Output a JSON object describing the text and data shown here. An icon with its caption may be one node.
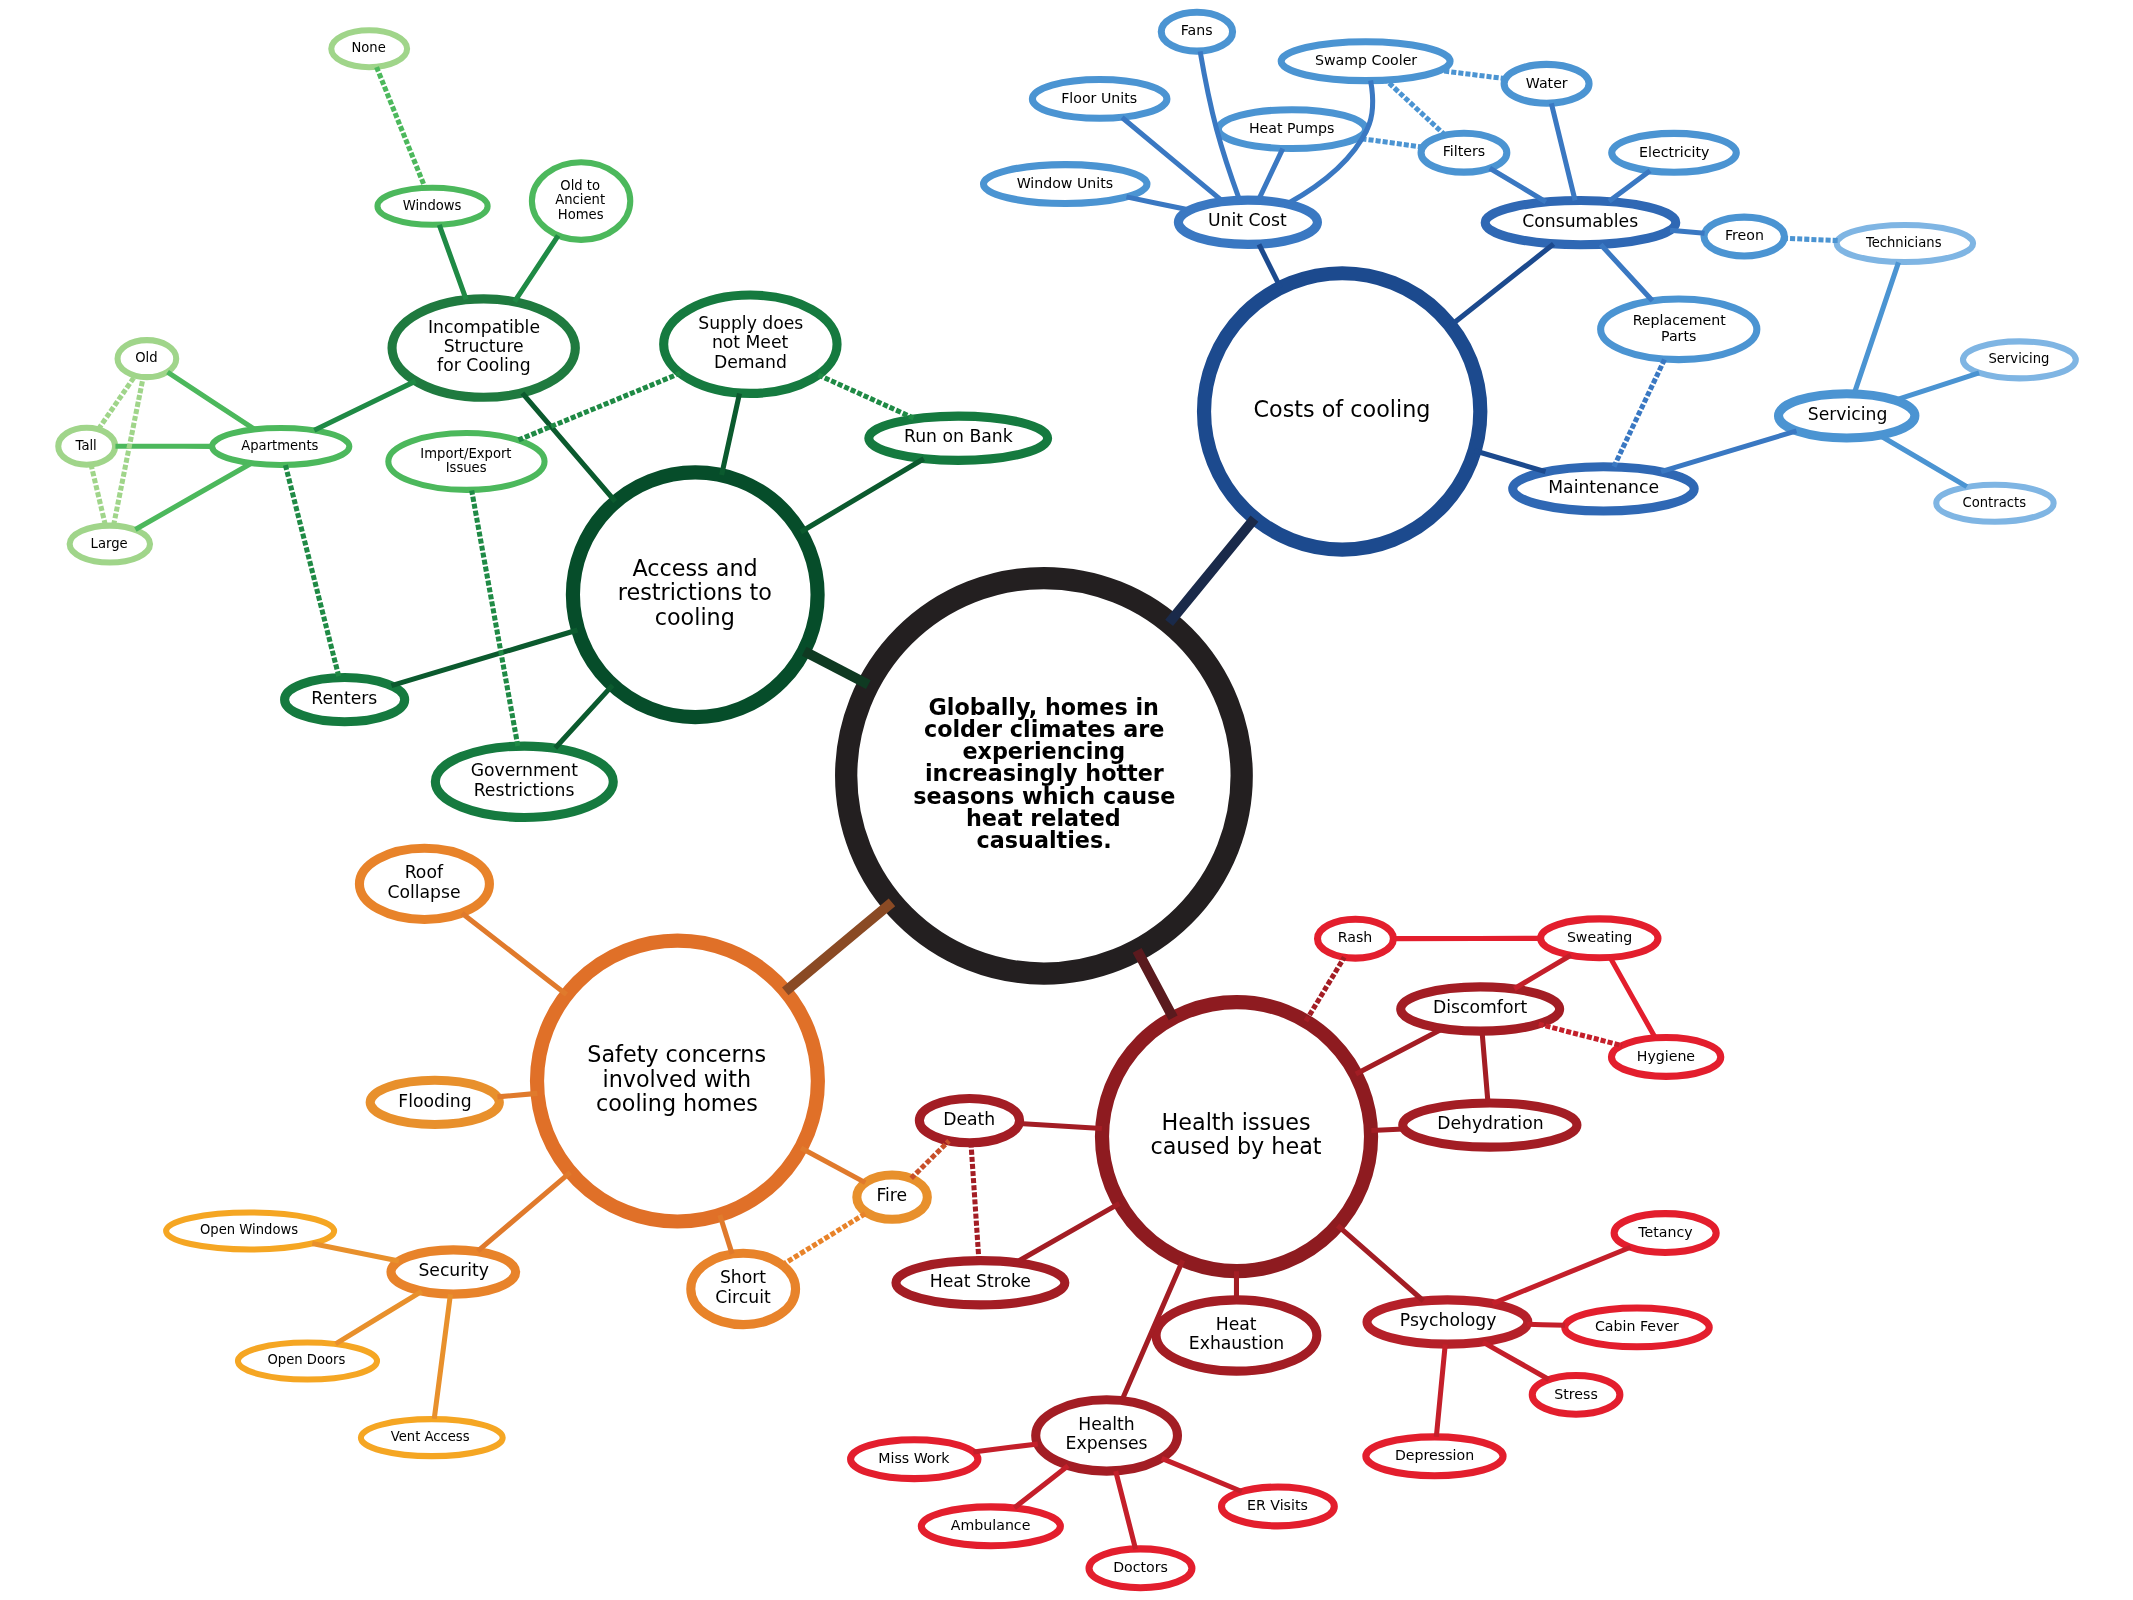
{
  "diagram": {
    "nodes": [
      {
        "text": [
          "Globally, homes in colder climates are experiencing increasingly hotter seasons which cause heat related casualties."
        ]
      },
      {
        "text": [
          "Safety concerns involved with cooling homes"
        ]
      },
      {
        "text": [
          "Security"
        ]
      },
      {
        "text": [
          "Open Windows"
        ]
      },
      {
        "text": [
          "Vent Access"
        ]
      },
      {
        "text": [
          "Open Doors"
        ]
      },
      {
        "text": [
          "Short Circuit"
        ]
      },
      {
        "text": [
          "Fire"
        ]
      },
      {
        "text": [
          "Roof Collapse"
        ]
      },
      {
        "text": [
          "Flooding"
        ]
      },
      {
        "text": [
          "Health issues caused by heat"
        ]
      },
      {
        "text": [
          "Death"
        ]
      },
      {
        "text": [
          "Heat Stroke"
        ]
      },
      {
        "text": [
          "Heat Exhaustion"
        ]
      },
      {
        "text": [
          "Health Expenses"
        ]
      },
      {
        "text": [
          "Doctors"
        ]
      },
      {
        "text": [
          "ER Visits"
        ]
      },
      {
        "text": [
          "Miss Work"
        ]
      },
      {
        "text": [
          "Ambulance"
        ]
      },
      {
        "text": [
          "Rash"
        ]
      },
      {
        "text": [
          "Discomfort"
        ]
      },
      {
        "text": [
          "Sweating"
        ]
      },
      {
        "text": [
          "Hygiene"
        ]
      },
      {
        "text": [
          "Dehydration"
        ]
      },
      {
        "text": [
          "Psychology"
        ]
      },
      {
        "text": [
          "Cabin Fever"
        ]
      },
      {
        "text": [
          "Tetancy"
        ]
      },
      {
        "text": [
          "Depression"
        ]
      },
      {
        "text": [
          "Stress"
        ]
      },
      {
        "text": [
          "Access and restrictions to cooling"
        ]
      },
      {
        "text": [
          "Incompatible Structure for Cooling"
        ]
      },
      {
        "text": [
          "Old to Ancient Homes"
        ]
      },
      {
        "text": [
          "Apartments"
        ]
      },
      {
        "text": [
          "Tall"
        ]
      },
      {
        "text": [
          "Old"
        ]
      },
      {
        "text": [
          "Large"
        ]
      },
      {
        "text": [
          "None"
        ]
      },
      {
        "text": [
          "Windows"
        ]
      },
      {
        "text": [
          "Renters"
        ]
      },
      {
        "text": [
          "Government Restrictions"
        ]
      },
      {
        "text": [
          "Import/Export Issues"
        ]
      },
      {
        "text": [
          "Supply does not Meet Demand"
        ]
      },
      {
        "text": [
          "Run on Bank"
        ]
      },
      {
        "text": [
          "Costs of cooling"
        ]
      },
      {
        "text": [
          "Maintenance"
        ]
      },
      {
        "text": [
          "Servicing"
        ]
      },
      {
        "text": [
          "Servicing"
        ]
      },
      {
        "text": [
          "Contracts"
        ]
      },
      {
        "text": [
          "Technicians"
        ]
      },
      {
        "text": [
          "Replacement Parts"
        ]
      },
      {
        "text": [
          "Consumables"
        ]
      },
      {
        "text": [
          "Filters"
        ]
      },
      {
        "text": [
          "Water"
        ]
      },
      {
        "text": [
          "Freon"
        ]
      },
      {
        "text": [
          "Electricity"
        ]
      },
      {
        "text": [
          "Unit Cost"
        ]
      },
      {
        "text": [
          "Window Units"
        ]
      },
      {
        "text": [
          "Fans"
        ]
      },
      {
        "text": [
          "Floor Units"
        ]
      },
      {
        "text": [
          "Heat Pumps"
        ]
      },
      {
        "text": [
          "Swamp Cooler"
        ]
      }
    ],
    "edges": [
      {
        "from": 0,
        "to": 1,
        "arrow": "none",
        "style": "thick",
        "color": "#8a4a24"
      },
      {
        "from": 0,
        "to": 10,
        "arrow": "none",
        "style": "thick",
        "color": "#5a1a1e"
      },
      {
        "from": 0,
        "to": 29,
        "arrow": "none",
        "style": "thick",
        "color": "#0f3a22"
      },
      {
        "from": 0,
        "to": 43,
        "arrow": "none",
        "style": "thick",
        "color": "#1a2a4a"
      },
      {
        "from": 1,
        "to": 2,
        "arrow": "none",
        "color": "#e07a2c"
      },
      {
        "from": 2,
        "to": 3,
        "arrow": "none",
        "color": "#e8902c"
      },
      {
        "from": 2,
        "to": 4,
        "arrow": "none",
        "color": "#e8902c"
      },
      {
        "from": 2,
        "to": 5,
        "arrow": "none",
        "color": "#e8902c"
      },
      {
        "from": 1,
        "to": 6,
        "arrow": "none",
        "color": "#e07a2c"
      },
      {
        "from": 6,
        "to": 7,
        "arrow": "none",
        "style": "dashed",
        "color": "#e8832a"
      },
      {
        "from": 1,
        "to": 7,
        "arrow": "none",
        "color": "#e07a2c"
      },
      {
        "from": 1,
        "to": 8,
        "arrow": "none",
        "color": "#e07a2c"
      },
      {
        "from": 1,
        "to": 9,
        "arrow": "none",
        "color": "#e07a2c"
      },
      {
        "from": 7,
        "to": 11,
        "arrow": "none",
        "style": "dashed",
        "color": "#c8502a"
      },
      {
        "from": 10,
        "to": 11,
        "arrow": "none",
        "color": "#a31d24"
      },
      {
        "from": 11,
        "to": 12,
        "arrow": "none",
        "style": "dashed",
        "color": "#a31d24"
      },
      {
        "from": 10,
        "to": 12,
        "arrow": "none",
        "color": "#a31d24"
      },
      {
        "from": 10,
        "to": 13,
        "arrow": "none",
        "color": "#a31d24"
      },
      {
        "from": 10,
        "to": 14,
        "arrow": "none",
        "color": "#a31d24"
      },
      {
        "from": 14,
        "to": 15,
        "arrow": "none",
        "color": "#c41f2a"
      },
      {
        "from": 14,
        "to": 16,
        "arrow": "none",
        "color": "#c41f2a"
      },
      {
        "from": 14,
        "to": 17,
        "arrow": "none",
        "color": "#c41f2a"
      },
      {
        "from": 14,
        "to": 18,
        "arrow": "none",
        "color": "#c41f2a"
      },
      {
        "from": 10,
        "to": 19,
        "arrow": "none",
        "style": "dashed",
        "color": "#a31d24"
      },
      {
        "from": 10,
        "to": 20,
        "arrow": "none",
        "color": "#a31d24"
      },
      {
        "from": 19,
        "to": 21,
        "arrow": "none",
        "color": "#e31e2d"
      },
      {
        "from": 20,
        "to": 21,
        "arrow": "none",
        "color": "#c41f2a"
      },
      {
        "from": 21,
        "to": 22,
        "arrow": "none",
        "color": "#e31e2d"
      },
      {
        "from": 20,
        "to": 22,
        "arrow": "none",
        "style": "dashed",
        "color": "#c41f2a"
      },
      {
        "from": 20,
        "to": 23,
        "arrow": "none",
        "color": "#a31d24"
      },
      {
        "from": 10,
        "to": 23,
        "arrow": "none",
        "color": "#a31d24"
      },
      {
        "from": 10,
        "to": 24,
        "arrow": "none",
        "color": "#a31d24"
      },
      {
        "from": 24,
        "to": 25,
        "arrow": "none",
        "color": "#c41f2a"
      },
      {
        "from": 24,
        "to": 26,
        "arrow": "none",
        "color": "#c41f2a"
      },
      {
        "from": 24,
        "to": 27,
        "arrow": "none",
        "color": "#c41f2a"
      },
      {
        "from": 24,
        "to": 28,
        "arrow": "none",
        "color": "#c41f2a"
      },
      {
        "from": 29,
        "to": 30,
        "arrow": "none",
        "color": "#0b5a2e"
      },
      {
        "from": 30,
        "to": 31,
        "arrow": "none",
        "color": "#1f8a45"
      },
      {
        "from": 30,
        "to": 32,
        "arrow": "none",
        "color": "#1f8a45"
      },
      {
        "from": 32,
        "to": 33,
        "arrow": "none",
        "color": "#4cb85c"
      },
      {
        "from": 32,
        "to": 34,
        "arrow": "none",
        "color": "#4cb85c"
      },
      {
        "from": 32,
        "to": 35,
        "arrow": "none",
        "color": "#4cb85c"
      },
      {
        "from": 33,
        "to": 35,
        "arrow": "none",
        "style": "dashed",
        "color": "#a0d58a"
      },
      {
        "from": 33,
        "to": 34,
        "arrow": "none",
        "style": "dashed",
        "color": "#a0d58a"
      },
      {
        "from": 35,
        "to": 34,
        "arrow": "none",
        "style": "dashed",
        "color": "#a0d58a"
      },
      {
        "from": 36,
        "to": 37,
        "arrow": "none",
        "style": "dashed",
        "color": "#4cb85c"
      },
      {
        "from": 30,
        "to": 37,
        "arrow": "none",
        "color": "#1f8a45"
      },
      {
        "from": 32,
        "to": 38,
        "arrow": "none",
        "style": "dashed",
        "color": "#1f8a45"
      },
      {
        "from": 29,
        "to": 38,
        "arrow": "none",
        "color": "#0b5a2e"
      },
      {
        "from": 29,
        "to": 39,
        "arrow": "none",
        "color": "#0b5a2e"
      },
      {
        "from": 39,
        "to": 40,
        "arrow": "none",
        "style": "dashed",
        "color": "#1f8a45"
      },
      {
        "from": 40,
        "to": 41,
        "arrow": "none",
        "style": "dashed",
        "color": "#1f8a45"
      },
      {
        "from": 29,
        "to": 41,
        "arrow": "none",
        "color": "#0b5a2e"
      },
      {
        "from": 41,
        "to": 42,
        "arrow": "none",
        "style": "dashed",
        "color": "#1f8a45"
      },
      {
        "from": 29,
        "to": 42,
        "arrow": "none",
        "color": "#0b5a2e"
      },
      {
        "from": 43,
        "to": 44,
        "arrow": "none",
        "color": "#1c4a8e"
      },
      {
        "from": 44,
        "to": 45,
        "arrow": "none",
        "color": "#3a78c2"
      },
      {
        "from": 45,
        "to": 46,
        "arrow": "none",
        "color": "#4b94d2"
      },
      {
        "from": 45,
        "to": 47,
        "arrow": "none",
        "color": "#4b94d2"
      },
      {
        "from": 45,
        "to": 48,
        "arrow": "none",
        "color": "#4b94d2"
      },
      {
        "from": 44,
        "to": 49,
        "arrow": "none",
        "style": "dashed",
        "color": "#3a78c2"
      },
      {
        "from": 48,
        "to": 53,
        "arrow": "none",
        "style": "dashed",
        "color": "#4b94d2"
      },
      {
        "from": 43,
        "to": 50,
        "arrow": "none",
        "color": "#1c4a8e"
      },
      {
        "from": 49,
        "to": 50,
        "arrow": "none",
        "color": "#3a78c2"
      },
      {
        "from": 50,
        "to": 51,
        "arrow": "none",
        "color": "#3a78c2"
      },
      {
        "from": 50,
        "to": 52,
        "arrow": "none",
        "color": "#3a78c2"
      },
      {
        "from": 50,
        "to": 53,
        "arrow": "none",
        "color": "#3a78c2"
      },
      {
        "from": 50,
        "to": 54,
        "arrow": "none",
        "color": "#3a78c2"
      },
      {
        "from": 51,
        "to": 59,
        "arrow": "none",
        "style": "dashed",
        "color": "#4b94d2"
      },
      {
        "from": 51,
        "to": 60,
        "arrow": "none",
        "style": "dashed",
        "color": "#4b94d2"
      },
      {
        "from": 52,
        "to": 60,
        "arrow": "none",
        "style": "dashed",
        "color": "#4b94d2"
      },
      {
        "from": 43,
        "to": 55,
        "arrow": "none",
        "color": "#1c4a8e"
      },
      {
        "from": 55,
        "to": 56,
        "arrow": "none",
        "color": "#3a78c2"
      },
      {
        "from": 55,
        "to": 57,
        "arrow": "none",
        "color": "#3a78c2"
      },
      {
        "from": 55,
        "to": 58,
        "arrow": "none",
        "color": "#3a78c2"
      },
      {
        "from": 55,
        "to": 59,
        "arrow": "none",
        "color": "#3a78c2"
      },
      {
        "from": 55,
        "to": 60,
        "arrow": "none",
        "color": "#3a78c2"
      }
    ]
  }
}
